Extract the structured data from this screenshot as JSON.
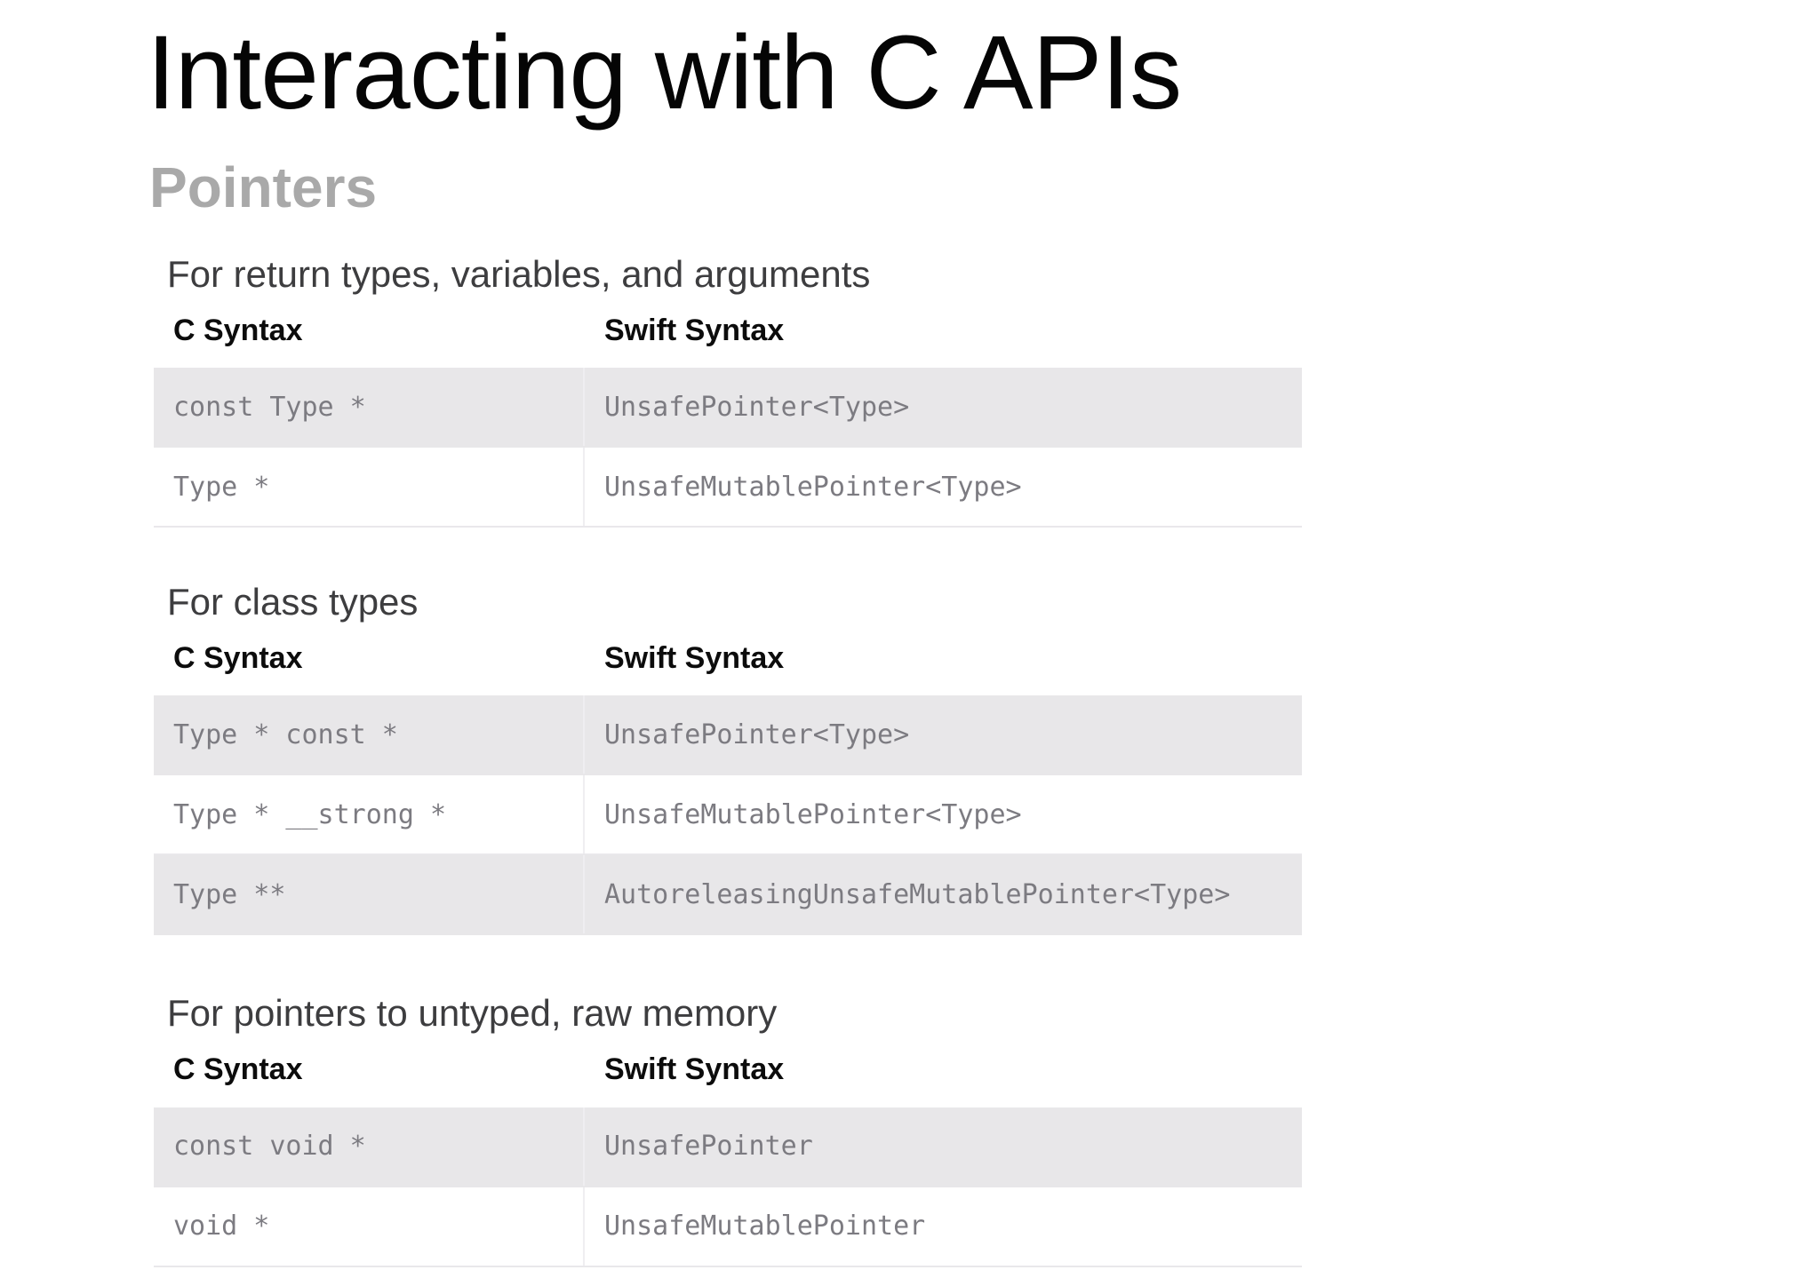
{
  "page": {
    "title": "Interacting with C APIs",
    "subtitle": "Pointers"
  },
  "colors": {
    "title_text": "#050505",
    "subtitle_text": "#a9a9a9",
    "section_heading_text": "#3d3d3f",
    "column_header_text": "#0c0c0c",
    "cell_text": "#7c7b81",
    "row_alt_background": "#e8e7e9",
    "row_background": "#ffffff",
    "column_divider": "#efeef1",
    "row_border": "#e9e8eb"
  },
  "sections": [
    {
      "heading": "For return types, variables, and arguments",
      "columns": [
        "C Syntax",
        "Swift Syntax"
      ],
      "rows": [
        [
          "const Type *",
          "UnsafePointer<Type>"
        ],
        [
          "Type *",
          "UnsafeMutablePointer<Type>"
        ]
      ]
    },
    {
      "heading": "For class types",
      "columns": [
        "C Syntax",
        "Swift Syntax"
      ],
      "rows": [
        [
          "Type * const *",
          "UnsafePointer<Type>"
        ],
        [
          "Type * __strong *",
          "UnsafeMutablePointer<Type>"
        ],
        [
          "Type **",
          "AutoreleasingUnsafeMutablePointer<Type>"
        ]
      ]
    },
    {
      "heading": "For pointers to untyped, raw memory",
      "columns": [
        "C Syntax",
        "Swift Syntax"
      ],
      "rows": [
        [
          "const void *",
          "UnsafePointer"
        ],
        [
          "void *",
          "UnsafeMutablePointer"
        ]
      ]
    }
  ]
}
